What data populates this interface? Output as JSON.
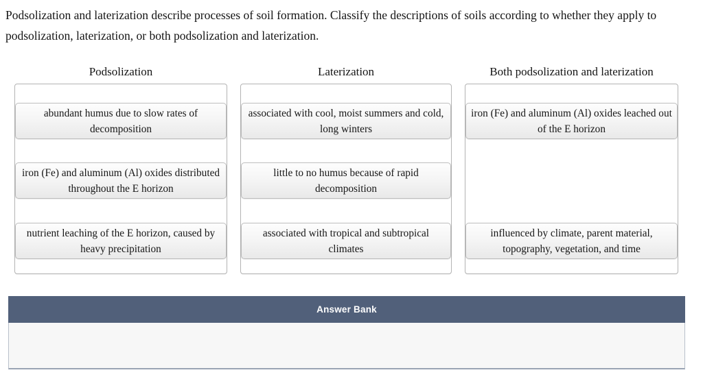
{
  "prompt": {
    "text": "Podsolization and laterization describe processes of soil formation. Classify the descriptions of soils according to whether they apply to podsolization, laterization, or both podsolization and laterization."
  },
  "colors": {
    "answer_bank_header_bg": "#51607a",
    "answer_bank_body_bg": "#f7f7f7",
    "dropzone_border": "#b3b3b3",
    "tile_border": "#bdbdbd",
    "text": "#141414"
  },
  "columns": [
    {
      "header": "Podsolization",
      "tiles": [
        {
          "slot": 0,
          "text": "abundant humus due to slow rates of decomposition"
        },
        {
          "slot": 1,
          "text": "iron (Fe) and aluminum (Al) oxides distributed throughout the E horizon"
        },
        {
          "slot": 2,
          "text": "nutrient leaching of the E horizon, caused by heavy precipitation"
        }
      ]
    },
    {
      "header": "Laterization",
      "tiles": [
        {
          "slot": 0,
          "text": "associated with cool, moist summers and cold, long winters"
        },
        {
          "slot": 1,
          "text": "little to no humus because of rapid decomposition"
        },
        {
          "slot": 2,
          "text": "associated with tropical and subtropical climates"
        }
      ]
    },
    {
      "header": "Both podsolization and laterization",
      "tiles": [
        {
          "slot": 0,
          "text": "iron (Fe) and aluminum (Al) oxides leached out of the E horizon"
        },
        {
          "slot": 2,
          "text": "influenced by climate, parent material, topography, vegetation, and time"
        }
      ]
    }
  ],
  "answer_bank": {
    "title": "Answer Bank",
    "items": []
  }
}
